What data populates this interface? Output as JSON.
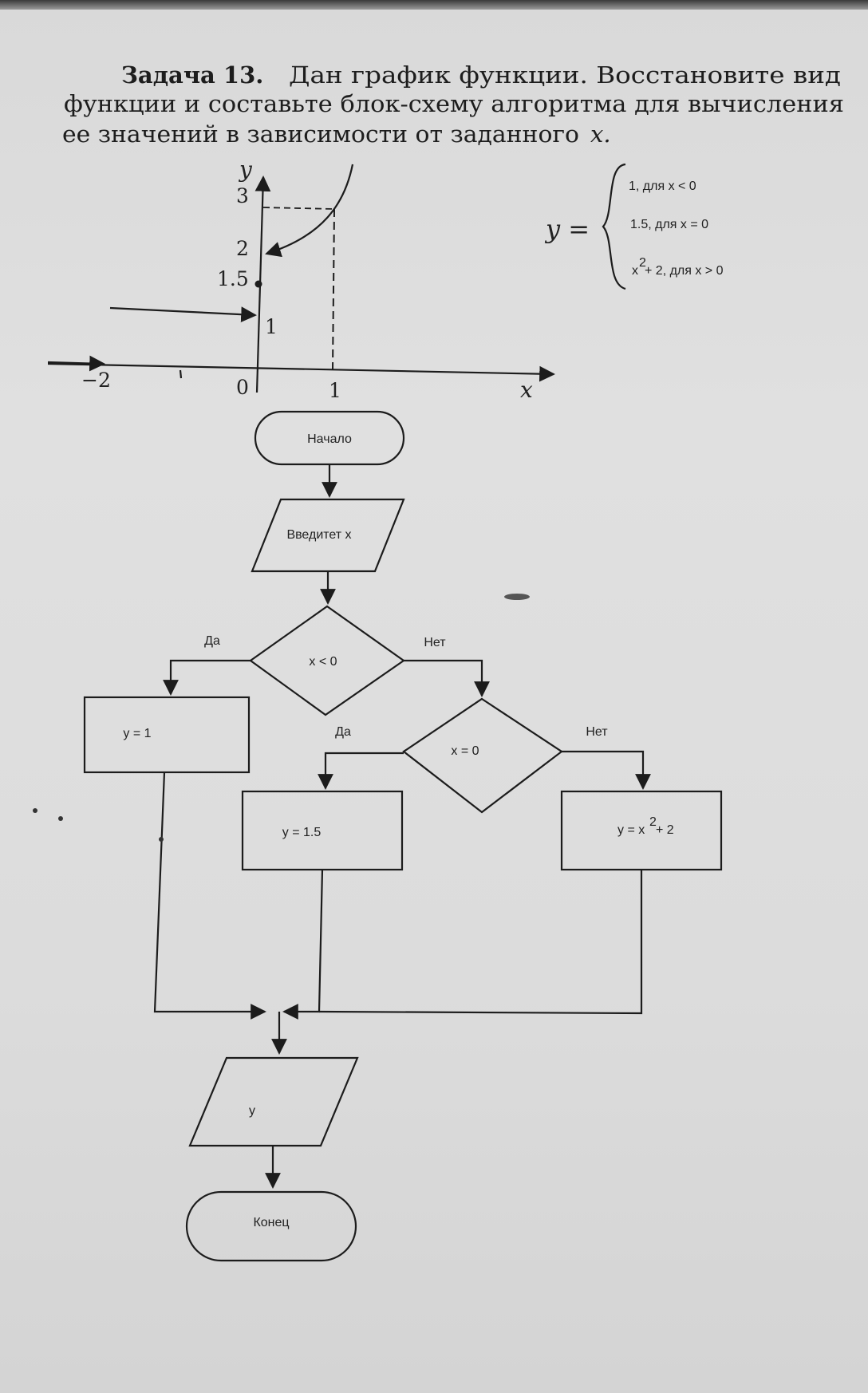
{
  "problem": {
    "title": "Задача 13.",
    "line1": "Дан график функции. Восстановите вид",
    "line2": "функции и составьте блок-схему алгоритма для вычисления",
    "line3_prefix": "ее значений в зависимости от заданного",
    "line3_var": "x."
  },
  "graph": {
    "y_label": "y",
    "x_label": "x",
    "y_ticks": [
      "3",
      "2",
      "1.5",
      "1"
    ],
    "x_ticks": [
      "−2",
      "0",
      "1"
    ]
  },
  "equation": {
    "lhs": "y =",
    "case1": "1,  для x < 0",
    "case2": "1.5, для x = 0",
    "case3_base": "x",
    "case3_exp": "2",
    "case3_rest": "+ 2, для x > 0"
  },
  "flowchart": {
    "start": "Начало",
    "input": "Введитет x",
    "cond1": "x < 0",
    "cond1_yes": "Да",
    "cond1_no": "Нет",
    "assign1": "y = 1",
    "cond2": "x = 0",
    "cond2_yes": "Да",
    "cond2_no": "Нет",
    "assign2": "y = 1.5",
    "assign3_base": "y = x",
    "assign3_exp": "2",
    "assign3_rest": "+ 2",
    "output": "y",
    "end": "Конец"
  }
}
